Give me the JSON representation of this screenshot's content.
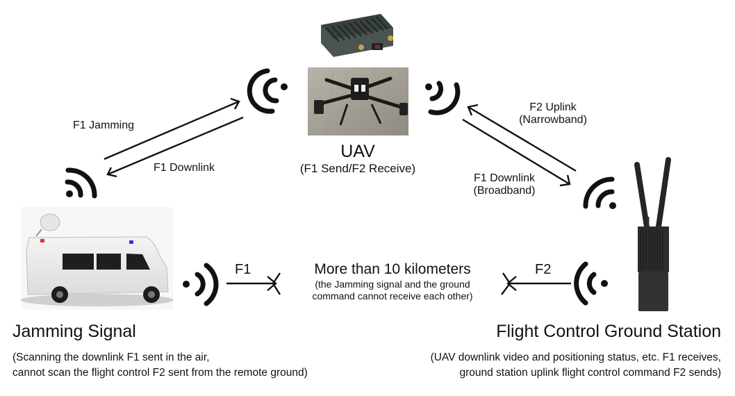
{
  "diagram": {
    "uav": {
      "title": "UAV",
      "subtitle": "(F1 Send/F2 Receive)",
      "icons": [
        "uav-module-image",
        "drone-photo",
        "signal-left-icon",
        "signal-right-icon"
      ]
    },
    "links_left": {
      "upper_label": "F1 Jamming",
      "lower_label": "F1 Downlink"
    },
    "links_right": {
      "upper_label_line1": "F2 Uplink",
      "upper_label_line2": "(Narrowband)",
      "lower_label_line1": "F1 Downlink",
      "lower_label_line2": "(Broadband)"
    },
    "middle": {
      "left_arrow_label": "F1",
      "right_arrow_label": "F2",
      "title": "More than 10 kilometers",
      "note_line1": "(the Jamming signal and the ground",
      "note_line2": "command cannot receive each other)"
    },
    "jamming": {
      "title": "Jamming Signal",
      "desc_line1": "(Scanning the downlink F1 sent in the air,",
      "desc_line2": "cannot scan the flight control F2 sent from the remote ground)"
    },
    "ground_station": {
      "title": "Flight Control Ground Station",
      "desc_line1": "(UAV downlink video and positioning status, etc. F1 receives,",
      "desc_line2": "ground station uplink flight control command F2 sends)"
    },
    "colors": {
      "ink": "#111111",
      "background": "#ffffff",
      "device_dark": "#2a2d2c",
      "module_green": "#4a5450",
      "ground_tile": "#a9a49a"
    }
  }
}
